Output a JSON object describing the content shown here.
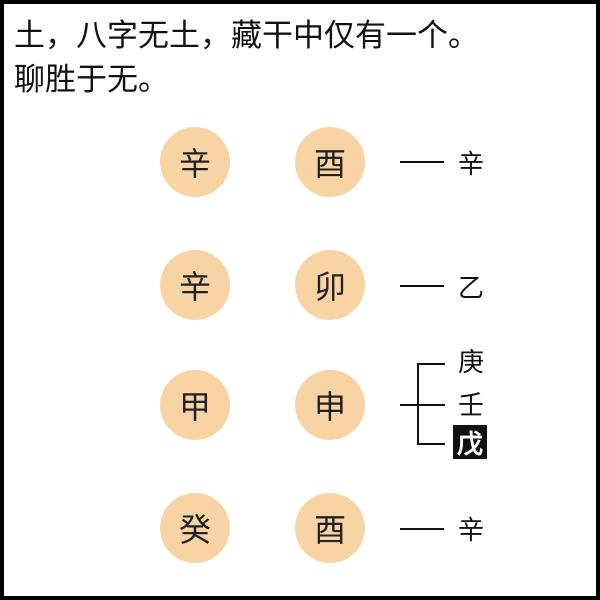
{
  "title": {
    "line1": "土，八字无土，藏干中仅有一个。",
    "line2": "聊胜于无。"
  },
  "pillars": [
    {
      "stem": "辛",
      "branch": "酉",
      "hidden": [
        "辛"
      ]
    },
    {
      "stem": "辛",
      "branch": "卯",
      "hidden": [
        "乙"
      ]
    },
    {
      "stem": "甲",
      "branch": "申",
      "hidden": [
        "庚",
        "壬",
        "戊"
      ],
      "highlighted": "戊"
    },
    {
      "stem": "癸",
      "branch": "酉",
      "hidden": [
        "辛"
      ]
    }
  ],
  "colors": {
    "circle": "#f8d3a4",
    "highlight_bg": "#111111"
  }
}
